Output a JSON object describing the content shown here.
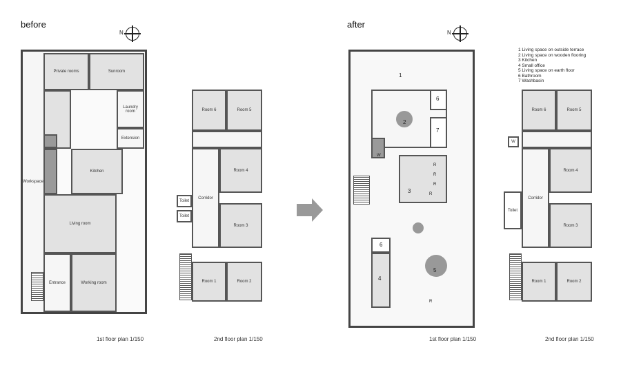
{
  "headings": {
    "before": "before",
    "after": "after"
  },
  "compass": {
    "north_label": "N"
  },
  "before": {
    "first_floor": {
      "caption": "1st floor plan 1/150",
      "rooms": [
        "Private rooms",
        "Sunroom",
        "Laundry room",
        "Workspace",
        "Extension",
        "Kitchen",
        "Living room",
        "Entrance",
        "Working room"
      ]
    },
    "second_floor": {
      "caption": "2nd floor plan 1/150",
      "rooms": [
        "Room 6",
        "Room 5",
        "Room 4",
        "Corridor",
        "Toilet",
        "Toilet",
        "Room 3",
        "Room 1",
        "Room 2"
      ]
    }
  },
  "after": {
    "first_floor": {
      "caption": "1st floor plan 1/150",
      "numbers": [
        "1",
        "2",
        "3",
        "4",
        "5",
        "6",
        "7",
        "6",
        "W",
        "R",
        "R",
        "R",
        "R",
        "R"
      ]
    },
    "second_floor": {
      "caption": "2nd floor plan 1/150",
      "rooms": [
        "Room 6",
        "Room 5",
        "Room 4",
        "Corridor",
        "Toilet",
        "Room 3",
        "Room 1",
        "Room 2",
        "W"
      ]
    }
  },
  "legend": [
    "1 Living space on outside terrace",
    "2 Living space on wooden flooring",
    "3 Kitchen",
    "4 Small office",
    "5 Living space on earth floor",
    "6 Bathroom",
    "7 Washbasin"
  ]
}
